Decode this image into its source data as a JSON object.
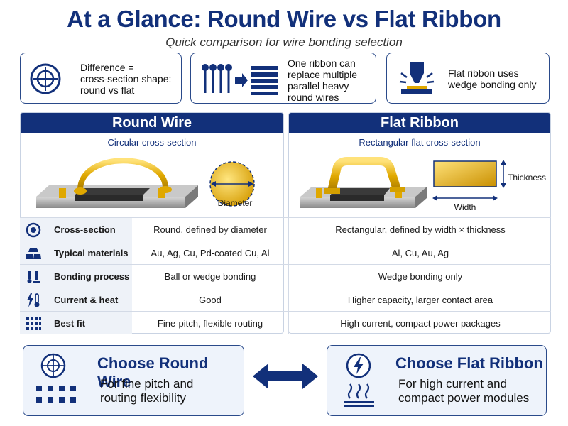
{
  "header": {
    "title": "At a Glance: Round Wire vs Flat Ribbon",
    "subtitle": "Quick comparison for wire bonding selection"
  },
  "top_boxes": [
    {
      "icon": "crosshair-icon",
      "text": "Difference =\ncross-section shape:\nround vs flat"
    },
    {
      "icon": "wires-to-ribbon-icon",
      "text": "One ribbon can\nreplace multiple\nparallel heavy\nround wires"
    },
    {
      "icon": "wedge-bond-tool-icon",
      "text": "Flat ribbon uses\nwedge bonding only"
    }
  ],
  "round_panel": {
    "title": "Round Wire",
    "subtitle": "Circular cross-section",
    "dimension_label": "Diameter"
  },
  "ribbon_panel": {
    "title": "Flat Ribbon",
    "subtitle": "Rectangular flat cross-section",
    "thickness_label": "Thickness",
    "width_label": "Width"
  },
  "table": {
    "rows": [
      {
        "icon": "target-icon",
        "label": "Cross-section",
        "round": "Round, defined by diameter",
        "ribbon": "Rectangular, defined by width × thickness"
      },
      {
        "icon": "metal-bars-icon",
        "label": "Typical materials",
        "round": "Au, Ag, Cu, Pd-coated Cu, Al",
        "ribbon": "Al, Cu, Au, Ag"
      },
      {
        "icon": "bond-tool-icon",
        "label": "Bonding process",
        "round": "Ball or wedge bonding",
        "ribbon": "Wedge bonding only"
      },
      {
        "icon": "lightning-thermometer-icon",
        "label": "Current & heat",
        "round": "Good",
        "ribbon": "Higher capacity, larger contact area"
      },
      {
        "icon": "dot-grid-icon",
        "label": "Best fit",
        "round": "Fine-pitch, flexible routing",
        "ribbon": "High current, compact power packages"
      }
    ]
  },
  "choices": {
    "round": {
      "title": "Choose Round Wire",
      "text": "For fine pitch and\nrouting flexibility"
    },
    "ribbon": {
      "title": "Choose Flat Ribbon",
      "text": "For high current and\ncompact power modules"
    }
  },
  "colors": {
    "navy": "#12307a",
    "gold": "#e0a800",
    "light_blue": "#eef2f8"
  }
}
